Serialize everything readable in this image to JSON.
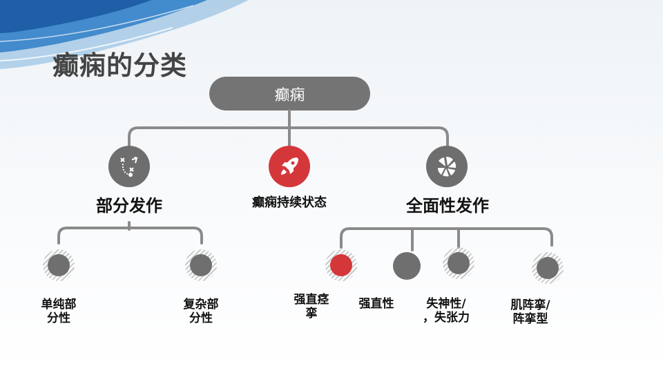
{
  "slide": {
    "title": "癫痫的分类",
    "root": "癫痫",
    "categories": [
      {
        "label": "部分发作",
        "icon": "strategy-play-icon"
      },
      {
        "label": "癫痫持续状态",
        "icon": "rocket-icon"
      },
      {
        "label": "全面性发作",
        "icon": "pie-explode-icon"
      }
    ],
    "leaves": [
      {
        "label": "单纯部\n分性"
      },
      {
        "label": "复杂部\n分性"
      },
      {
        "label": "强直痉\n挛"
      },
      {
        "label": "强直性"
      },
      {
        "label": "失神性/\n，失张力"
      },
      {
        "label": "肌阵挛/\n阵挛型"
      }
    ],
    "colors": {
      "node_gray": "#747474",
      "accent_red": "#d4373a",
      "line_gray": "#8a8a8a"
    }
  }
}
